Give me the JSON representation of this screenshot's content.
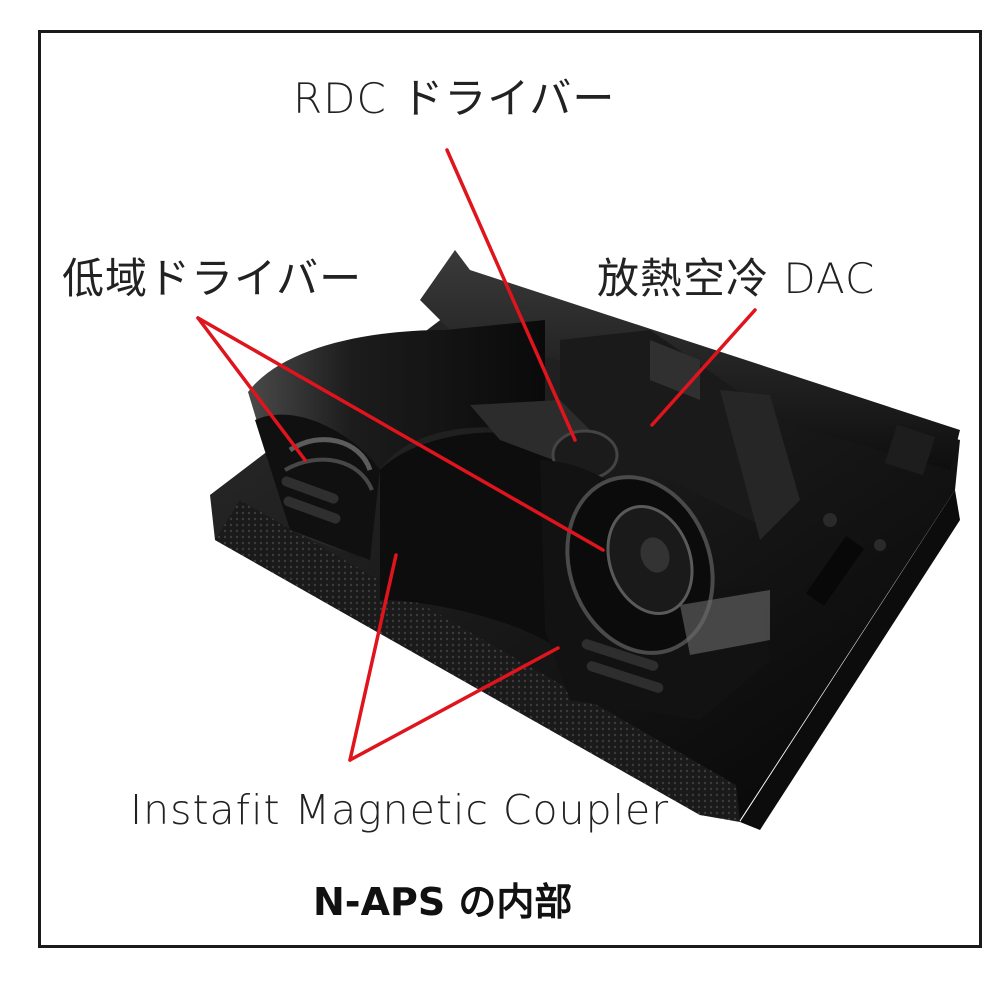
{
  "labels": {
    "rdc_driver": "RDC ドライバー",
    "low_driver": "低域ドライバー",
    "dac": "放熱空冷 DAC",
    "coupler": "Instafit Magnetic Coupler",
    "caption": "N-APS の内部"
  },
  "colors": {
    "frame": "#1a1a1a",
    "callout": "#e0141c",
    "device_dark": "#111111",
    "device_mid": "#2a2a2a",
    "device_highlight": "#5a5a5a"
  }
}
